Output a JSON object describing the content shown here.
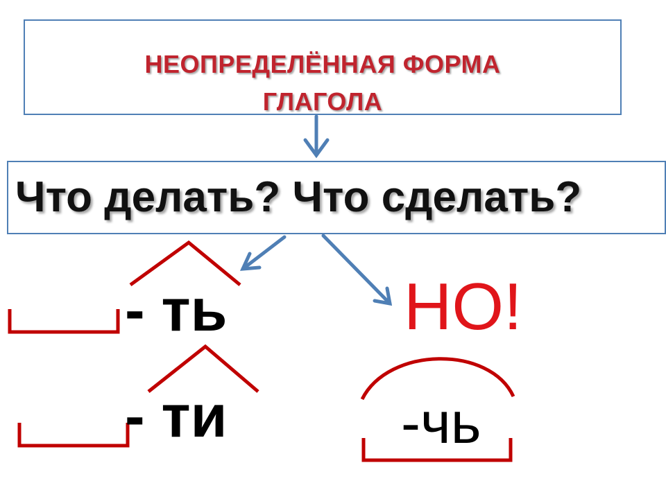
{
  "title": "НЕОПРЕДЕЛЁННАЯ ФОРМА\nГЛАГОЛА",
  "question": "Что делать? Что сделать?",
  "suffixes": {
    "t": "- ть",
    "ti": "- ти",
    "ch": "-чь"
  },
  "exception": "НО!",
  "colors": {
    "box_border": "#4f7fb5",
    "arrow": "#4f7fb5",
    "title": "#c0242e",
    "exception": "#e0151a",
    "bracket": "#c00000"
  }
}
